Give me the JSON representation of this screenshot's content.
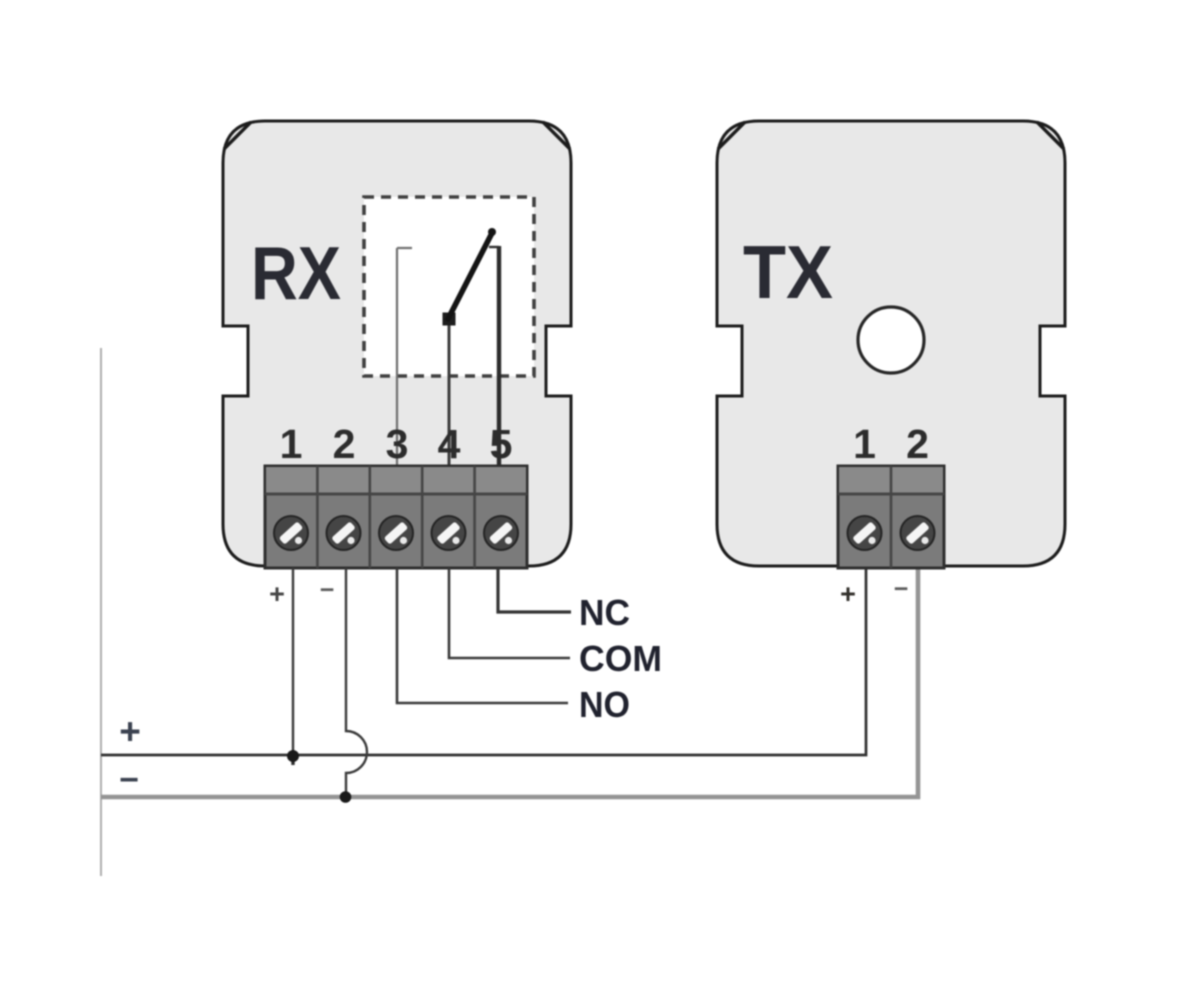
{
  "diagram": {
    "type": "wiring-diagram",
    "rx": {
      "label": "RX",
      "terminals": [
        "1",
        "2",
        "3",
        "4",
        "5"
      ],
      "polarity_plus": "+",
      "polarity_minus": "−"
    },
    "tx": {
      "label": "TX",
      "terminals": [
        "1",
        "2"
      ],
      "polarity_plus": "+",
      "polarity_minus": "−"
    },
    "relay_outputs": {
      "nc": "NC",
      "com": "COM",
      "no": "NO"
    },
    "bus": {
      "plus": "+",
      "minus": "−"
    },
    "colors": {
      "background": "#ffffff",
      "body_fill": "#e8e8e8",
      "body_stroke": "#1c1c1c",
      "terminal_block_fill": "#7b7b7b",
      "terminal_block_band": "#8a8a8a",
      "screw_fill": "#454545",
      "wire_dark": "#3a3a3a",
      "bus_minus_gray": "#949494",
      "label_text": "#23242e"
    }
  }
}
